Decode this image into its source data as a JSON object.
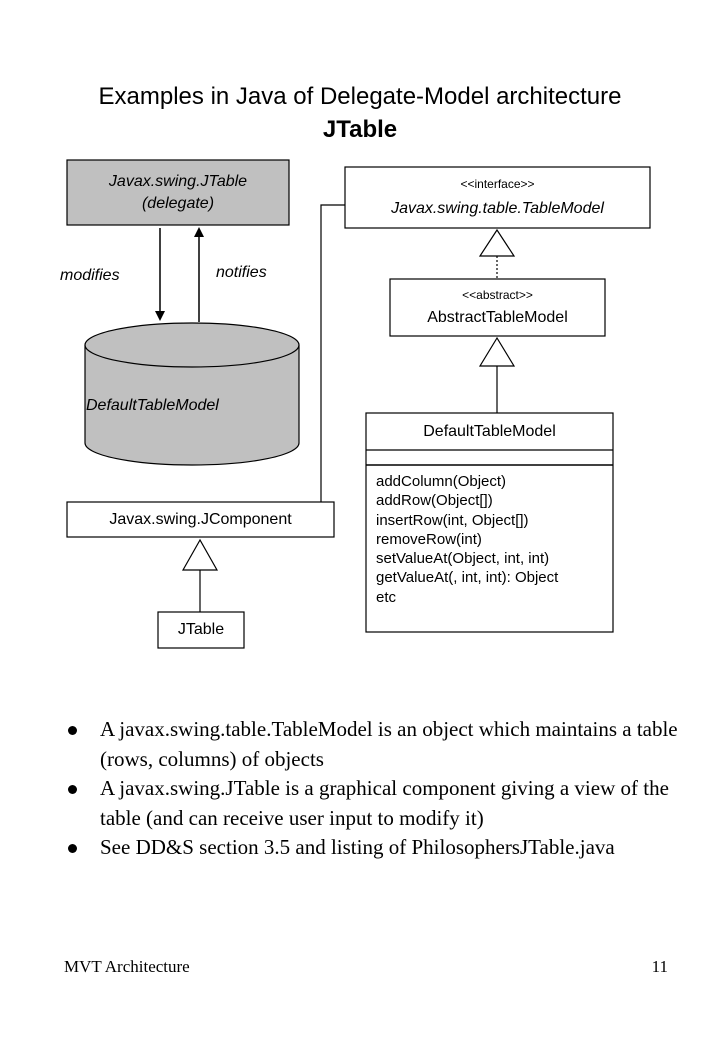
{
  "title": {
    "line1": "Examples in Java of Delegate-Model architecture",
    "line2": "JTable"
  },
  "diagram": {
    "delegate": {
      "line1": "Javax.swing.JTable",
      "line2": "(delegate)"
    },
    "arrows": {
      "modifies": "modifies",
      "notifies": "notifies"
    },
    "model_cylinder": "DefaultTableModel",
    "jcomponent": "Javax.swing.JComponent",
    "jtable": "JTable",
    "interface_box": {
      "stereotype": "<<interface>>",
      "name": "Javax.swing.table.TableModel"
    },
    "abstract_box": {
      "stereotype": "<<abstract>>",
      "name": "AbstractTableModel"
    },
    "default_model_class": {
      "name": "DefaultTableModel",
      "methods": [
        "addColumn(Object)",
        "addRow(Object[])",
        "insertRow(int, Object[])",
        "removeRow(int)",
        "setValueAt(Object, int, int)",
        "getValueAt(, int, int): Object",
        "etc"
      ]
    },
    "colors": {
      "delegate_fill": "#c0c0c0",
      "cylinder_fill": "#c0c0c0"
    }
  },
  "bullets": [
    "A javax.swing.table.TableModel is an object which maintains a table (rows, columns) of objects",
    "A javax.swing.JTable is a graphical component giving a view of the table (and can receive user input to modify it)",
    "See DD&S section 3.5 and listing of PhilosophersJTable.java"
  ],
  "footer": {
    "left": "MVT Architecture",
    "page_number": "11"
  }
}
